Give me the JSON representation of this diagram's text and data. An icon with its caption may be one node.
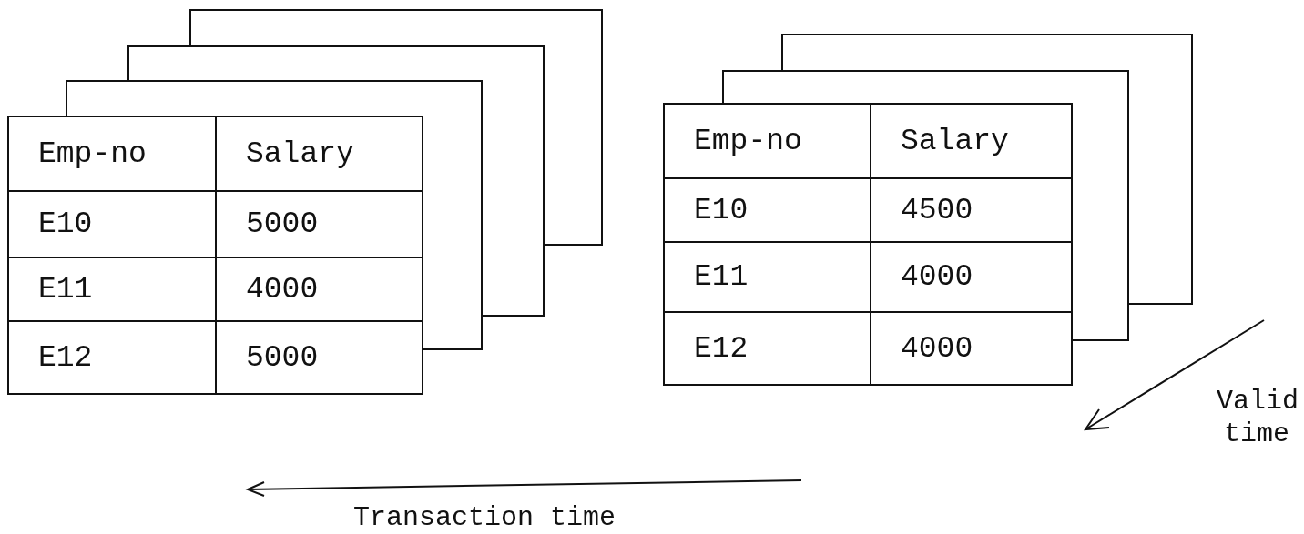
{
  "diagram": {
    "labels": [
      "Emp-no",
      "Salary",
      "E10",
      "5000",
      "E11",
      "4000",
      "E12",
      "5000",
      "Emp-no",
      "Salary",
      "E10",
      "4500",
      "E11",
      "4000",
      "E12",
      "4000",
      "Valid time",
      "Transaction time"
    ]
  }
}
